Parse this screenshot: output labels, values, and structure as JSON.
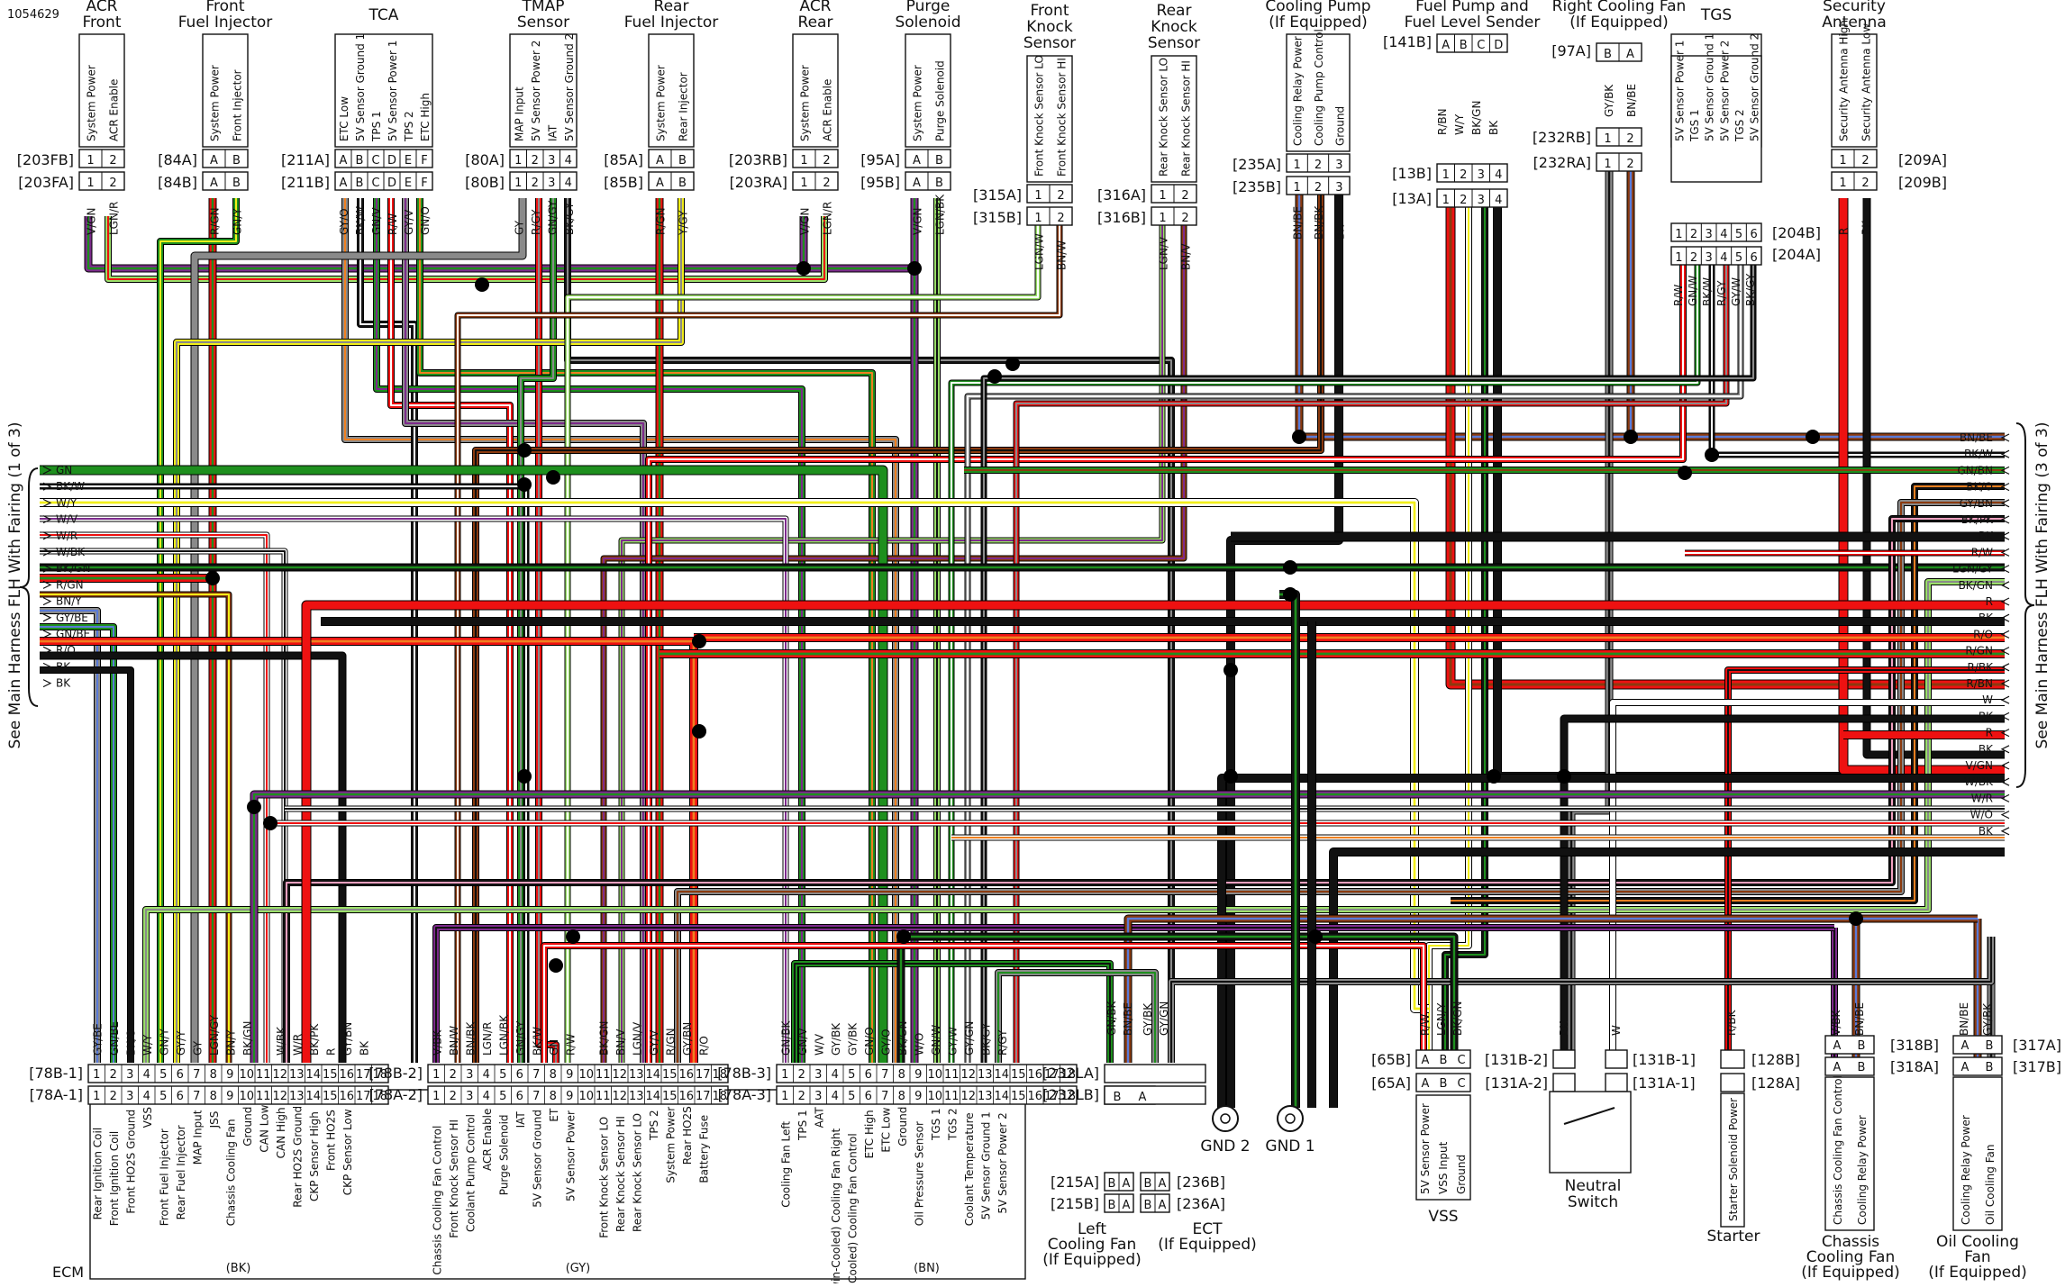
{
  "figure_id": "1054629",
  "left_harness_label": "See Main Harness FLH With Fairing (1 of 3)",
  "right_harness_label": "See Main Harness FLH With Fairing (3 of 3)",
  "components": [
    {
      "id": "acr_front",
      "title": [
        "ACR",
        "Front"
      ],
      "pins": [
        "System Power",
        "ACR Enable"
      ],
      "conn_top": "[203FB]",
      "conn_bot": "[203FA]",
      "pin_ids": [
        "1",
        "2"
      ],
      "wires": [
        "V/GN",
        "LGN/R"
      ]
    },
    {
      "id": "front_fuel_injector",
      "title": [
        "Front",
        "Fuel Injector"
      ],
      "pins": [
        "System Power",
        "Front Injector"
      ],
      "conn_top": "[84A]",
      "conn_bot": "[84B]",
      "pin_ids": [
        "A",
        "B"
      ],
      "wires": [
        "R/GN",
        "GN/Y"
      ]
    },
    {
      "id": "tca",
      "title": [
        "TCA"
      ],
      "pins": [
        "ETC Low",
        "5V Sensor Ground 1",
        "TPS 1",
        "5V Sensor Power 1",
        "TPS 2",
        "ETC High"
      ],
      "conn_top": "[211A]",
      "conn_bot": "[211B]",
      "pin_ids": [
        "A",
        "B",
        "C",
        "D",
        "E",
        "F"
      ],
      "wires": [
        "GY/O",
        "BK/W",
        "GN/V",
        "R/W",
        "GY/V",
        "GN/O"
      ]
    },
    {
      "id": "tmap_sensor",
      "title": [
        "TMAP",
        "Sensor"
      ],
      "pins": [
        "MAP Input",
        "5V Sensor Power 2",
        "IAT",
        "5V Sensor Ground 2"
      ],
      "conn_top": "[80A]",
      "conn_bot": "[80B]",
      "pin_ids": [
        "1",
        "2",
        "3",
        "4"
      ],
      "wires": [
        "GY",
        "R/GY",
        "GN/GY",
        "BK/GY"
      ]
    },
    {
      "id": "rear_fuel_injector",
      "title": [
        "Rear",
        "Fuel Injector"
      ],
      "pins": [
        "System Power",
        "Rear Injector"
      ],
      "conn_top": "[85A]",
      "conn_bot": "[85B]",
      "pin_ids": [
        "A",
        "B"
      ],
      "wires": [
        "R/GN",
        "Y/GY"
      ]
    },
    {
      "id": "acr_rear",
      "title": [
        "ACR",
        "Rear"
      ],
      "pins": [
        "System Power",
        "ACR Enable"
      ],
      "conn_top": "[203RB]",
      "conn_bot": "[203RA]",
      "pin_ids": [
        "1",
        "2"
      ],
      "wires": [
        "V/GN",
        "LGN/R"
      ]
    },
    {
      "id": "purge_solenoid",
      "title": [
        "Purge",
        "Solenoid"
      ],
      "pins": [
        "System Power",
        "Purge Solenoid"
      ],
      "conn_top": "[95A]",
      "conn_bot": "[95B]",
      "pin_ids": [
        "A",
        "B"
      ],
      "wires": [
        "V/GN",
        "LGN/BK"
      ]
    },
    {
      "id": "front_knock",
      "title": [
        "Front",
        "Knock",
        "Sensor"
      ],
      "pins": [
        "Front Knock Sensor LO",
        "Front Knock Sensor HI"
      ],
      "conn_top": "[315A]",
      "conn_bot": "[315B]",
      "pin_ids": [
        "1",
        "2"
      ],
      "wires": [
        "LGN/W",
        "BN/W"
      ]
    },
    {
      "id": "rear_knock",
      "title": [
        "Rear",
        "Knock",
        "Sensor"
      ],
      "pins": [
        "Rear Knock Sensor LO",
        "Rear Knock Sensor HI"
      ],
      "conn_top": "[316A]",
      "conn_bot": "[316B]",
      "pin_ids": [
        "1",
        "2"
      ],
      "wires": [
        "LGN/V",
        "BN/V"
      ]
    },
    {
      "id": "cooling_pump",
      "title": [
        "Cooling Pump",
        "(If Equipped)"
      ],
      "pins": [
        "Cooling Relay Power",
        "Cooling Pump Control",
        "Ground"
      ],
      "conn_top": "[235A]",
      "conn_bot": "[235B]",
      "pin_ids": [
        "1",
        "2",
        "3"
      ],
      "wires": [
        "BN/BE",
        "BN/BK",
        "BK"
      ]
    },
    {
      "id": "fuel_pump",
      "title": [
        "Fuel Pump and",
        "Fuel Level Sender"
      ],
      "pins": [],
      "conn_top": "[141B]",
      "conn_mid1": "[13B]",
      "conn_bot": "[13A]",
      "pin_ids": [
        "A",
        "B",
        "C",
        "D"
      ],
      "pin_ids_2": [
        "1",
        "2",
        "3",
        "4"
      ],
      "wires": [
        "R/BN",
        "W/Y",
        "BK/GN",
        "BK"
      ]
    },
    {
      "id": "right_cooling_fan",
      "title": [
        "Right Cooling Fan",
        "(If Equipped)"
      ],
      "pins": [],
      "conn_top": "[97A]",
      "conn_mid1": "[232RB]",
      "conn_bot": "[232RA]",
      "pin_ids": [
        "B",
        "A"
      ],
      "pin_ids_2": [
        "1",
        "2"
      ],
      "wires": [
        "GY/BK",
        "BN/BE"
      ]
    },
    {
      "id": "tgs",
      "title": [
        "TGS"
      ],
      "pins": [
        "5V Sensor Power 1",
        "TGS 1",
        "5V Sensor Ground 1",
        "5V Sensor Power 2",
        "TGS 2",
        "5V Sensor Ground 2"
      ],
      "conn_top": "[204B]",
      "conn_bot": "[204A]",
      "pin_ids": [
        "1",
        "2",
        "3",
        "4",
        "5",
        "6"
      ],
      "wires": [
        "R/W",
        "GN/W",
        "BK/W",
        "R/GY",
        "GY/W",
        "BK/GY"
      ]
    },
    {
      "id": "security_antenna",
      "title": [
        "Security",
        "Antenna"
      ],
      "pins": [
        "Security Antenna High",
        "Security Antenna Low"
      ],
      "conn_top": "[209A]",
      "conn_bot": "[209B]",
      "pin_ids": [
        "1",
        "2"
      ],
      "wires": [
        "R",
        "BK"
      ]
    }
  ],
  "left_wires": [
    "GN",
    "BK/W",
    "W/Y",
    "W/V",
    "W/R",
    "W/BK",
    "BK/GN",
    "R/GN",
    "BN/Y",
    "GY/BE",
    "GN/BE",
    "R/O",
    "BK",
    "BK"
  ],
  "right_wires": [
    "BN/BE",
    "BK/W",
    "GN/BN",
    "BK/O",
    "GY/BN",
    "BK/PK",
    "BK",
    "R/W",
    "LGN/GY",
    "BK/GN",
    "R",
    "BK",
    "R/O",
    "R/GN",
    "R/BK",
    "R/BN",
    "W",
    "BK",
    "R",
    "BK",
    "V/GN",
    "W/BK",
    "W/R",
    "W/O",
    "BK"
  ],
  "ecm": {
    "label": "ECM",
    "groups": [
      {
        "sub": "(BK)",
        "conn_top": "[78B-1]",
        "conn_bot": "[78A-1]",
        "wires": [
          "GY/BE",
          "GN/BE",
          "BK/O",
          "W/Y",
          "GN/Y",
          "GY/Y",
          "GY",
          "LGN/GY",
          "BN/Y",
          "BK/GN",
          "",
          "W/BK",
          "W/R",
          "BK/PK",
          "R",
          "GY/BN",
          "BK",
          ""
        ],
        "pins": [
          "Rear Ignition Coil",
          "Front Ignition Coil",
          "Front HO2S Ground",
          "VSS",
          "Front Fuel Injector",
          "Rear Fuel Injector",
          "MAP Input",
          "JSS",
          "Chassis Cooling Fan",
          "Ground",
          "CAN Low",
          "CAN High",
          "Rear HO2S Ground",
          "CKP Sensor High",
          "Front HO2S",
          "CKP Sensor Low",
          "",
          ""
        ]
      },
      {
        "sub": "(GY)",
        "conn_top": "[78B-2]",
        "conn_bot": "[78A-2]",
        "wires": [
          "V/BK",
          "BN/W",
          "BN/BK",
          "LGN/R",
          "LGN/BK",
          "GN/GY",
          "BK/W",
          "GN",
          "R/W",
          "",
          "BK/GN",
          "BN/V",
          "LGN/V",
          "GY/V",
          "R/GN",
          "GY/BN",
          "R/O",
          ""
        ],
        "pins": [
          "Chassis Cooling Fan Control",
          "Front Knock Sensor HI",
          "Coolant Pump Control",
          "ACR Enable",
          "Purge Solenoid",
          "IAT",
          "5V Sensor Ground",
          "ET",
          "5V Sensor Power",
          "",
          "Front Knock Sensor LO",
          "Rear Knock Sensor HI",
          "Rear Knock Sensor LO",
          "TPS 2",
          "System Power",
          "Rear HO2S",
          "Battery Fuse",
          ""
        ]
      },
      {
        "sub": "(BN)",
        "conn_top": "[78B-3]",
        "conn_bot": "[78A-3]",
        "wires": [
          "GN/BK",
          "GN/V",
          "W/V",
          "GY/BK",
          "GY/BK",
          "GN/O",
          "GY/O",
          "BK/GN",
          "W/O",
          "GN/W",
          "GY/W",
          "GY/GN",
          "BK/GY",
          "R/GY",
          "",
          "",
          "",
          ""
        ],
        "pins": [
          "Cooling Fan Left",
          "TPS 1",
          "AAT",
          "(Twin-Cooled) Cooling Fan Right",
          "(Air-Cooled) Cooling Fan Control",
          "ETC High",
          "ETC Low",
          "Ground",
          "Oil Pressure Sensor",
          "TGS 1",
          "TGS 2",
          "Coolant Temperature",
          "5V Sensor Ground 1",
          "5V Sensor Power 2",
          "",
          "",
          "",
          ""
        ]
      }
    ]
  },
  "bottom_components": [
    {
      "id": "left_cooling_fan",
      "title": [
        "Left",
        "Cooling Fan",
        "(If Equipped)"
      ],
      "conn": [
        "[215A]",
        "[215B]"
      ],
      "pin_ids": [
        "B",
        "A"
      ],
      "wires": [
        "GN/BK",
        "BN/BE"
      ]
    },
    {
      "id": "ect",
      "title": [
        "ECT",
        "(If Equipped)"
      ],
      "conn": [
        "[236B]",
        "[236A]"
      ],
      "pin_ids": [
        "B",
        "A"
      ],
      "wires": [
        "GY/BK",
        "GY/GN"
      ]
    },
    {
      "id": "gnd2",
      "title": [
        "GND 2"
      ]
    },
    {
      "id": "gnd1",
      "title": [
        "GND 1"
      ]
    },
    {
      "id": "vss",
      "title": [
        "VSS"
      ],
      "conn_top": "[65B]",
      "conn_bot": "[65A]",
      "pins": [
        "5V Sensor Power",
        "VSS Input",
        "Ground"
      ],
      "pin_ids": [
        "A",
        "B",
        "C"
      ],
      "wires": [
        "R/W",
        "LGN/Y",
        "BK/GN"
      ]
    },
    {
      "id": "neutral_switch",
      "title": [
        "Neutral",
        "Switch"
      ],
      "conn": [
        "[131B-2]",
        "[131A-2]",
        "[131B-1]",
        "[131A-1]"
      ],
      "wires": [
        "BK",
        "W"
      ]
    },
    {
      "id": "starter",
      "title": [
        "Starter"
      ],
      "conn": [
        "[128B]",
        "[128A]"
      ],
      "pins": [
        "Starter Solenoid Power"
      ],
      "wires": [
        "R/BK"
      ]
    },
    {
      "id": "chassis_cooling_fan",
      "title": [
        "Chassis",
        "Cooling Fan",
        "(If Equipped)"
      ],
      "conn": [
        "[318B]",
        "[318A]"
      ],
      "pins": [
        "Chassis Cooling Fan Control",
        "Cooling Relay Power"
      ],
      "pin_ids": [
        "A",
        "B"
      ],
      "wires": [
        "V/BK",
        "BN/BE"
      ]
    },
    {
      "id": "oil_cooling_fan",
      "title": [
        "Oil Cooling",
        "Fan",
        "(If Equipped)"
      ],
      "conn": [
        "[317A]",
        "[317B]"
      ],
      "pins": [
        "Cooling Relay Power",
        "Oil Cooling Fan"
      ],
      "pin_ids": [
        "A",
        "B"
      ],
      "wires": [
        "BN/BE",
        "GY/BK"
      ]
    }
  ],
  "bottom_conn_labels": {
    "232LA": "[232LA]",
    "232LB": "[232LB]"
  },
  "wire_colors": {
    "R": "#ee1111",
    "BK": "#111111",
    "W": "#ffffff",
    "GN": "#1e8f1e",
    "Y": "#f2ef1a",
    "BN": "#8b3a0e",
    "V": "#7d2a8c",
    "GY": "#8a8a8a",
    "O": "#f08020",
    "LGN": "#9be06a",
    "BE": "#5a7bd8",
    "PK": "#f2a0c0"
  }
}
